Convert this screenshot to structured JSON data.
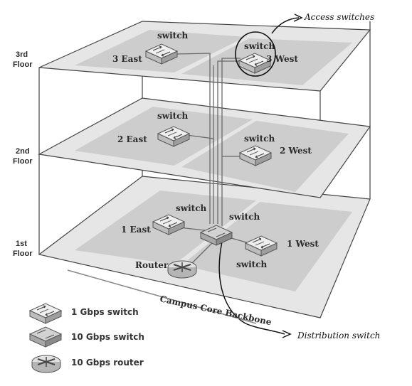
{
  "floors": {
    "third": [
      "3rd",
      "Floor"
    ],
    "second": [
      "2nd",
      "Floor"
    ],
    "first": [
      "1st",
      "Floor"
    ]
  },
  "rooms": {
    "east3": "3 East",
    "west3": "3 West",
    "east2": "2 East",
    "west2": "2 West",
    "east1": "1 East",
    "west1": "1 West"
  },
  "switch_label": "switch",
  "router_label": "Router",
  "backbone_label": "Campus Core Backbone",
  "annotations": {
    "access": "Access switches",
    "distribution": "Distribution switch"
  },
  "legend": {
    "items": [
      {
        "label": "1 Gbps switch",
        "icon": "switch-1g-icon"
      },
      {
        "label": "10 Gbps switch",
        "icon": "switch-10g-icon"
      },
      {
        "label": "10 Gbps router",
        "icon": "router-icon"
      }
    ]
  },
  "colors": {
    "floor_plate": "#e4e4e4",
    "room_area": "#cfcfcf",
    "outline": "#444444",
    "cable": "#6a6a6a"
  }
}
